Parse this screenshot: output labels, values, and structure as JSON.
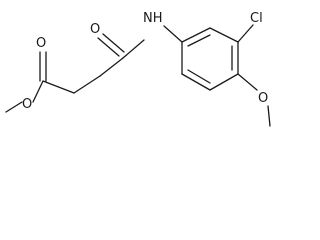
{
  "molecule": {
    "atom_labels": {
      "carbonyl_o_ester": "O",
      "ester_o": "O",
      "amide_o": "O",
      "amide_nh": "NH",
      "chlorine": "Cl",
      "methoxy_o": "O"
    }
  }
}
